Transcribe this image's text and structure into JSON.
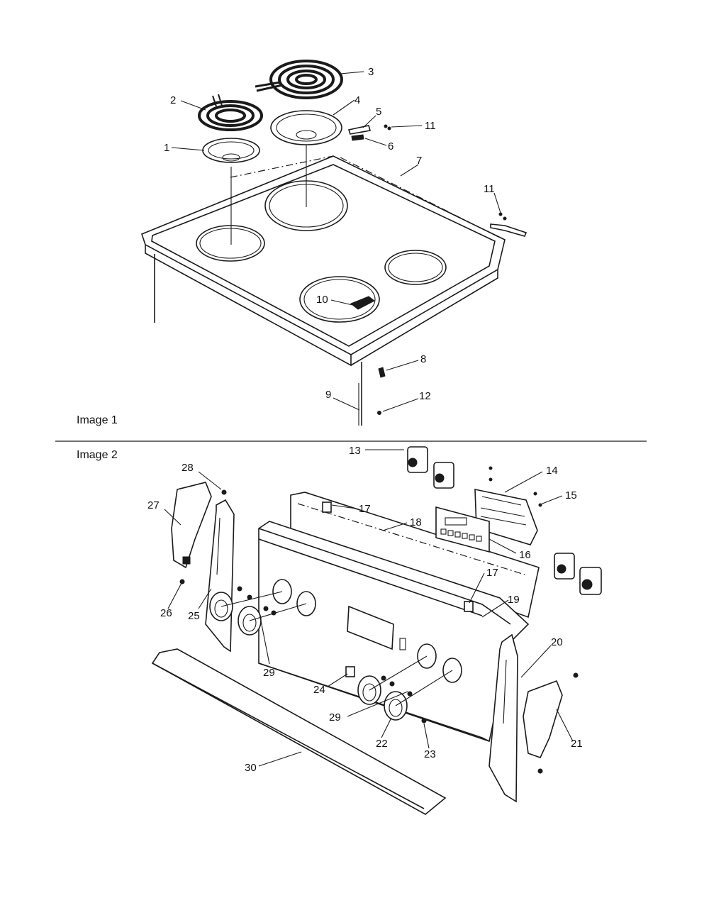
{
  "sections": [
    {
      "caption": "Image 1"
    },
    {
      "caption": "Image 2"
    }
  ],
  "callouts_image1": [
    "1",
    "2",
    "3",
    "4",
    "5",
    "6",
    "7",
    "8",
    "9",
    "10",
    "11",
    "11",
    "12"
  ],
  "callouts_image2": [
    "13",
    "14",
    "15",
    "16",
    "17",
    "17",
    "18",
    "19",
    "20",
    "21",
    "22",
    "23",
    "24",
    "25",
    "26",
    "27",
    "28",
    "29",
    "29",
    "30"
  ],
  "colors": {
    "ink": "#1a1a1a",
    "paper": "#ffffff"
  }
}
